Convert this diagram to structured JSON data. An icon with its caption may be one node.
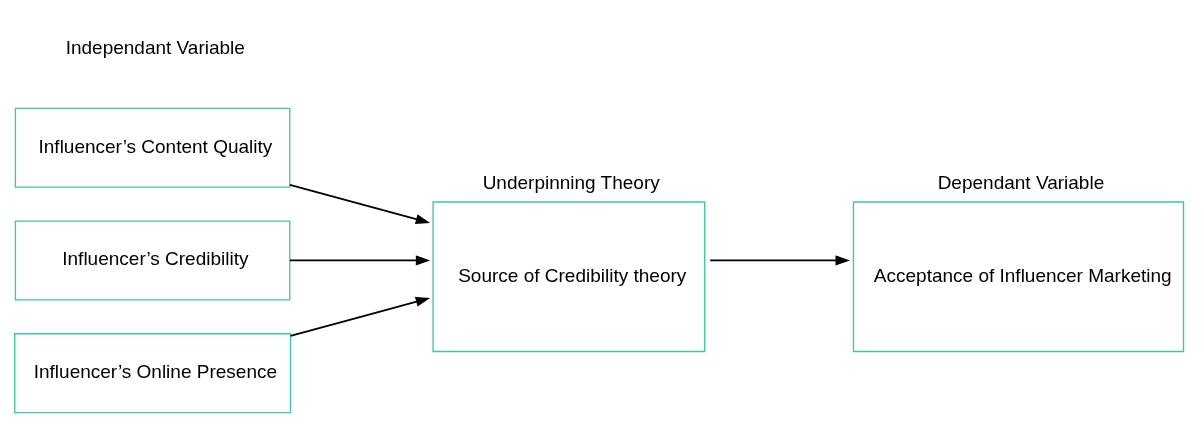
{
  "diagram": {
    "nodes": [
      {
        "text": [
          "Influencer’s Content Quality"
        ]
      },
      {
        "text": [
          "Influencer’s Credibility"
        ]
      },
      {
        "text": [
          "Influencer’s Online Presence"
        ]
      },
      {
        "text": [
          "Underpinning Theory",
          "Source of Credibility theory"
        ]
      },
      {
        "text": [
          "Dependant Variable",
          "Acceptance of Influencer Marketing"
        ]
      }
    ],
    "edges": [
      {
        "from": 0,
        "to": 3,
        "arrow": "to"
      },
      {
        "from": 1,
        "to": 3,
        "arrow": "to"
      },
      {
        "from": 2,
        "to": 3,
        "arrow": "to"
      },
      {
        "from": 3,
        "to": 4,
        "arrow": "to"
      }
    ],
    "labels": [
      "Independant Variable"
    ]
  }
}
